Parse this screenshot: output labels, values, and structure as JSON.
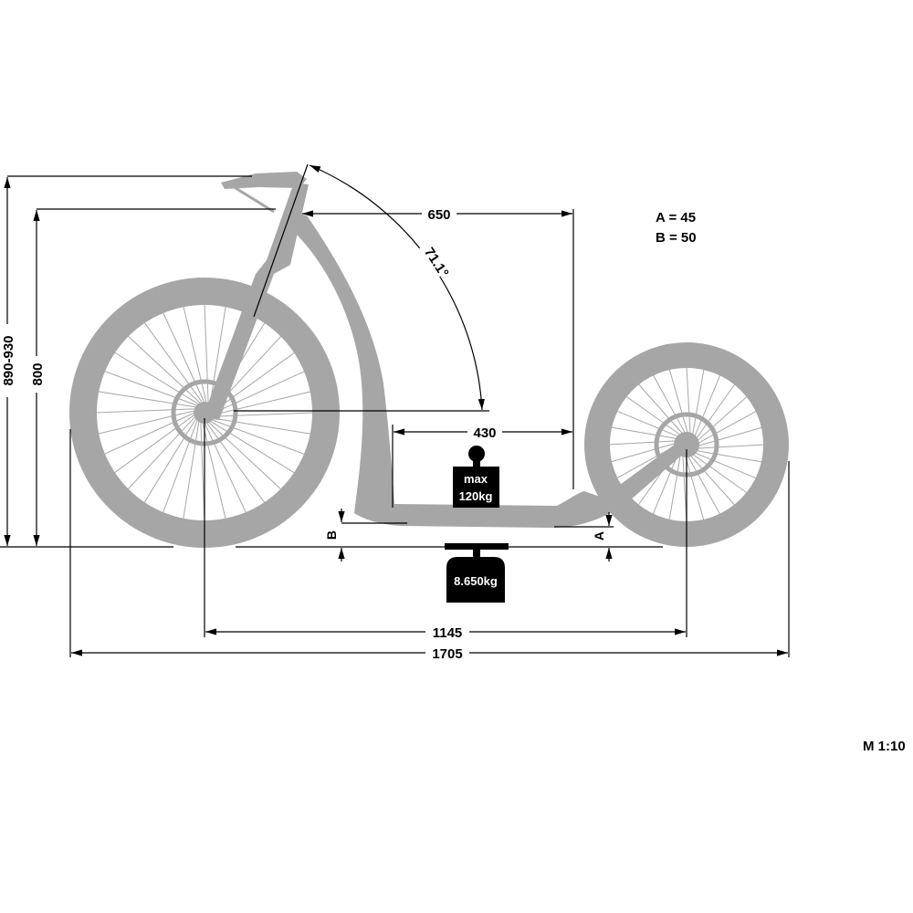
{
  "colors": {
    "scooter": "#a6a6a6",
    "lines": "#000000",
    "background": "#ffffff"
  },
  "dimensions": {
    "handlebar_height": "890-930",
    "headtube_height": "800",
    "reach": "650",
    "head_angle": "71.1°",
    "deck_length": "430",
    "wheelbase": "1145",
    "overall_length": "1705",
    "clearance_a_label": "A",
    "clearance_b_label": "B"
  },
  "legend": {
    "a": "A = 45",
    "b": "B = 50"
  },
  "max_load": {
    "line1": "max",
    "line2": "120kg"
  },
  "weight": "8.650kg",
  "scale": "M 1:10"
}
